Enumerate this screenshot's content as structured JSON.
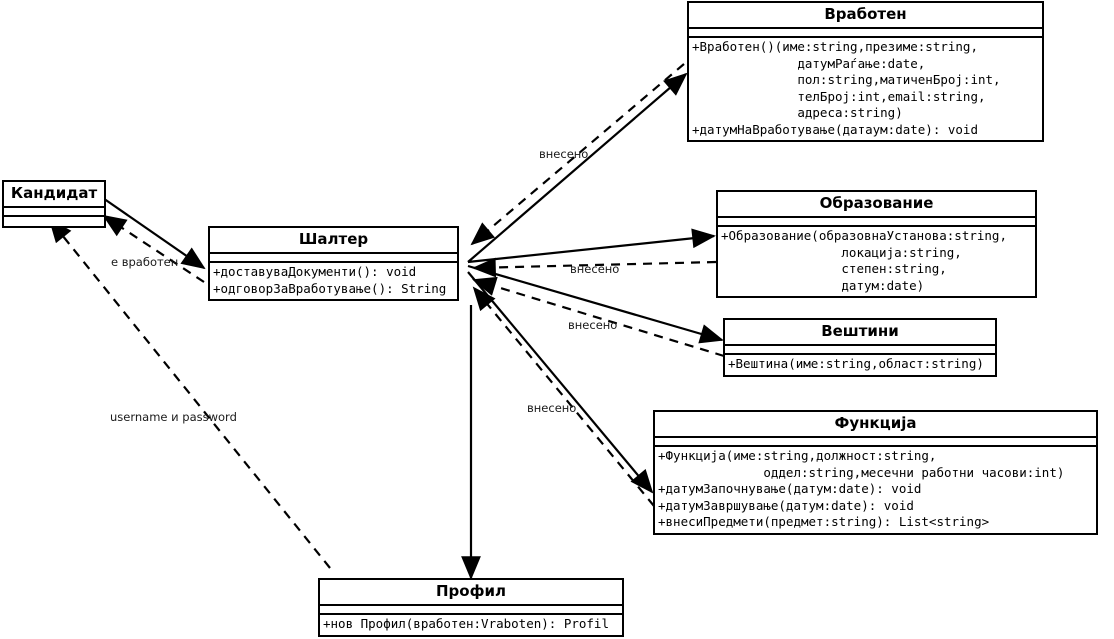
{
  "diagram": {
    "title": "UML Class Diagram",
    "language": "mk",
    "stroke_color": "#000000",
    "background_color": "#ffffff"
  },
  "classes": {
    "kandidat": {
      "name": "Кандидат",
      "attributes": [],
      "operations": []
    },
    "salter": {
      "name": "Шалтер",
      "attributes": [],
      "operations": "+доставуваДокументи(): void\n+одговорЗаВработување(): String"
    },
    "vraboten": {
      "name": "Вработен",
      "attributes": [],
      "operations": "+Вработен()(име:string,презиме:string,\n              датумРаѓање:date,\n              пол:string,матиченБрој:int,\n              телБрој:int,email:string,\n              адреса:string)\n+датумНаВработување(датаум:date): void"
    },
    "obrazovanie": {
      "name": "Образование",
      "attributes": [],
      "operations": "+Образование(образовнаУстанова:string,\n                локација:string,\n                степен:string,\n                датум:date)"
    },
    "vestini": {
      "name": "Вештини",
      "attributes": [],
      "operations": "+Вештина(име:string,област:string)"
    },
    "funkcija": {
      "name": "Функција",
      "attributes": [],
      "operations": "+Функција(име:string,должност:string,\n              оддел:string,месечни работни часови:int)\n+датумЗапочнување(датум:date): void\n+датумЗавршување(датум:date): void\n+внесиПредмети(предмет:string): List<string>"
    },
    "profil": {
      "name": "Профил",
      "attributes": [],
      "operations": "+нов Профил(вработен:Vraboten): Profil"
    }
  },
  "edge_labels": {
    "e_vraboten": "е вработен",
    "username_password": "username и password",
    "vneseno_vraboten": "внесено",
    "vneseno_obrazovanie": "внесено",
    "vneseno_vestini": "внесено",
    "vneseno_funkcija": "внесено"
  }
}
